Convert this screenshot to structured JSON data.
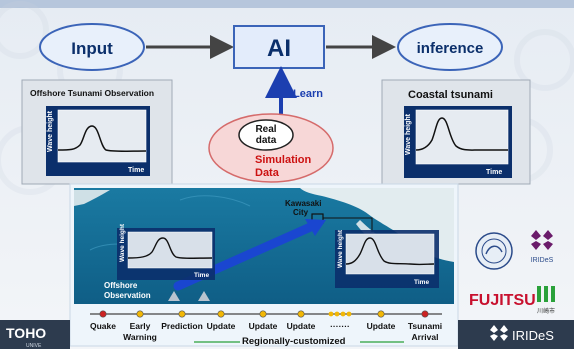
{
  "top": {
    "input_label": "Input",
    "ai_label": "AI",
    "inference_label": "inference",
    "learn_label": "Learn",
    "real_data_line1": "Real",
    "real_data_line2": "data",
    "simulation_line1": "Simulation",
    "simulation_line2": "Data",
    "offshore_title": "Offshore Tsunami Observation",
    "coastal_title": "Coastal tsunami",
    "axis_y": "Wave height",
    "axis_x": "Time"
  },
  "map": {
    "city_line1": "Kawasaki",
    "city_line2": "City",
    "offshore_line1": "Offshore",
    "offshore_line2": "Observation"
  },
  "timeline": {
    "steps": [
      {
        "line1": "Quake",
        "line2": ""
      },
      {
        "line1": "Early",
        "line2": "Warning"
      },
      {
        "line1": "Prediction",
        "line2": ""
      },
      {
        "line1": "Update",
        "line2": ""
      },
      {
        "line1": "Update",
        "line2": ""
      },
      {
        "line1": "Update",
        "line2": ""
      },
      {
        "line1": "·······",
        "line2": ""
      },
      {
        "line1": "Update",
        "line2": ""
      },
      {
        "line1": "Tsunami",
        "line2": "Arrival"
      }
    ],
    "regional_label": "Regionally-customized"
  },
  "logos": {
    "left_partial": "TOHO",
    "left_sub": "UNIVE",
    "fujitsu": "FUJITSU",
    "irides_small": "IRIDeS",
    "kawasaki_small": "川崎市",
    "irides_bottom": "IRIDeS"
  },
  "colors": {
    "navy": "#0b2f6b",
    "ellipse_fill": "#e8f0fb",
    "ellipse_border": "#3b64b8",
    "red_text": "#cc1111",
    "ocean": "#1e7fa4",
    "fujitsu_red": "#c8102e",
    "green": "#2aa13a"
  }
}
